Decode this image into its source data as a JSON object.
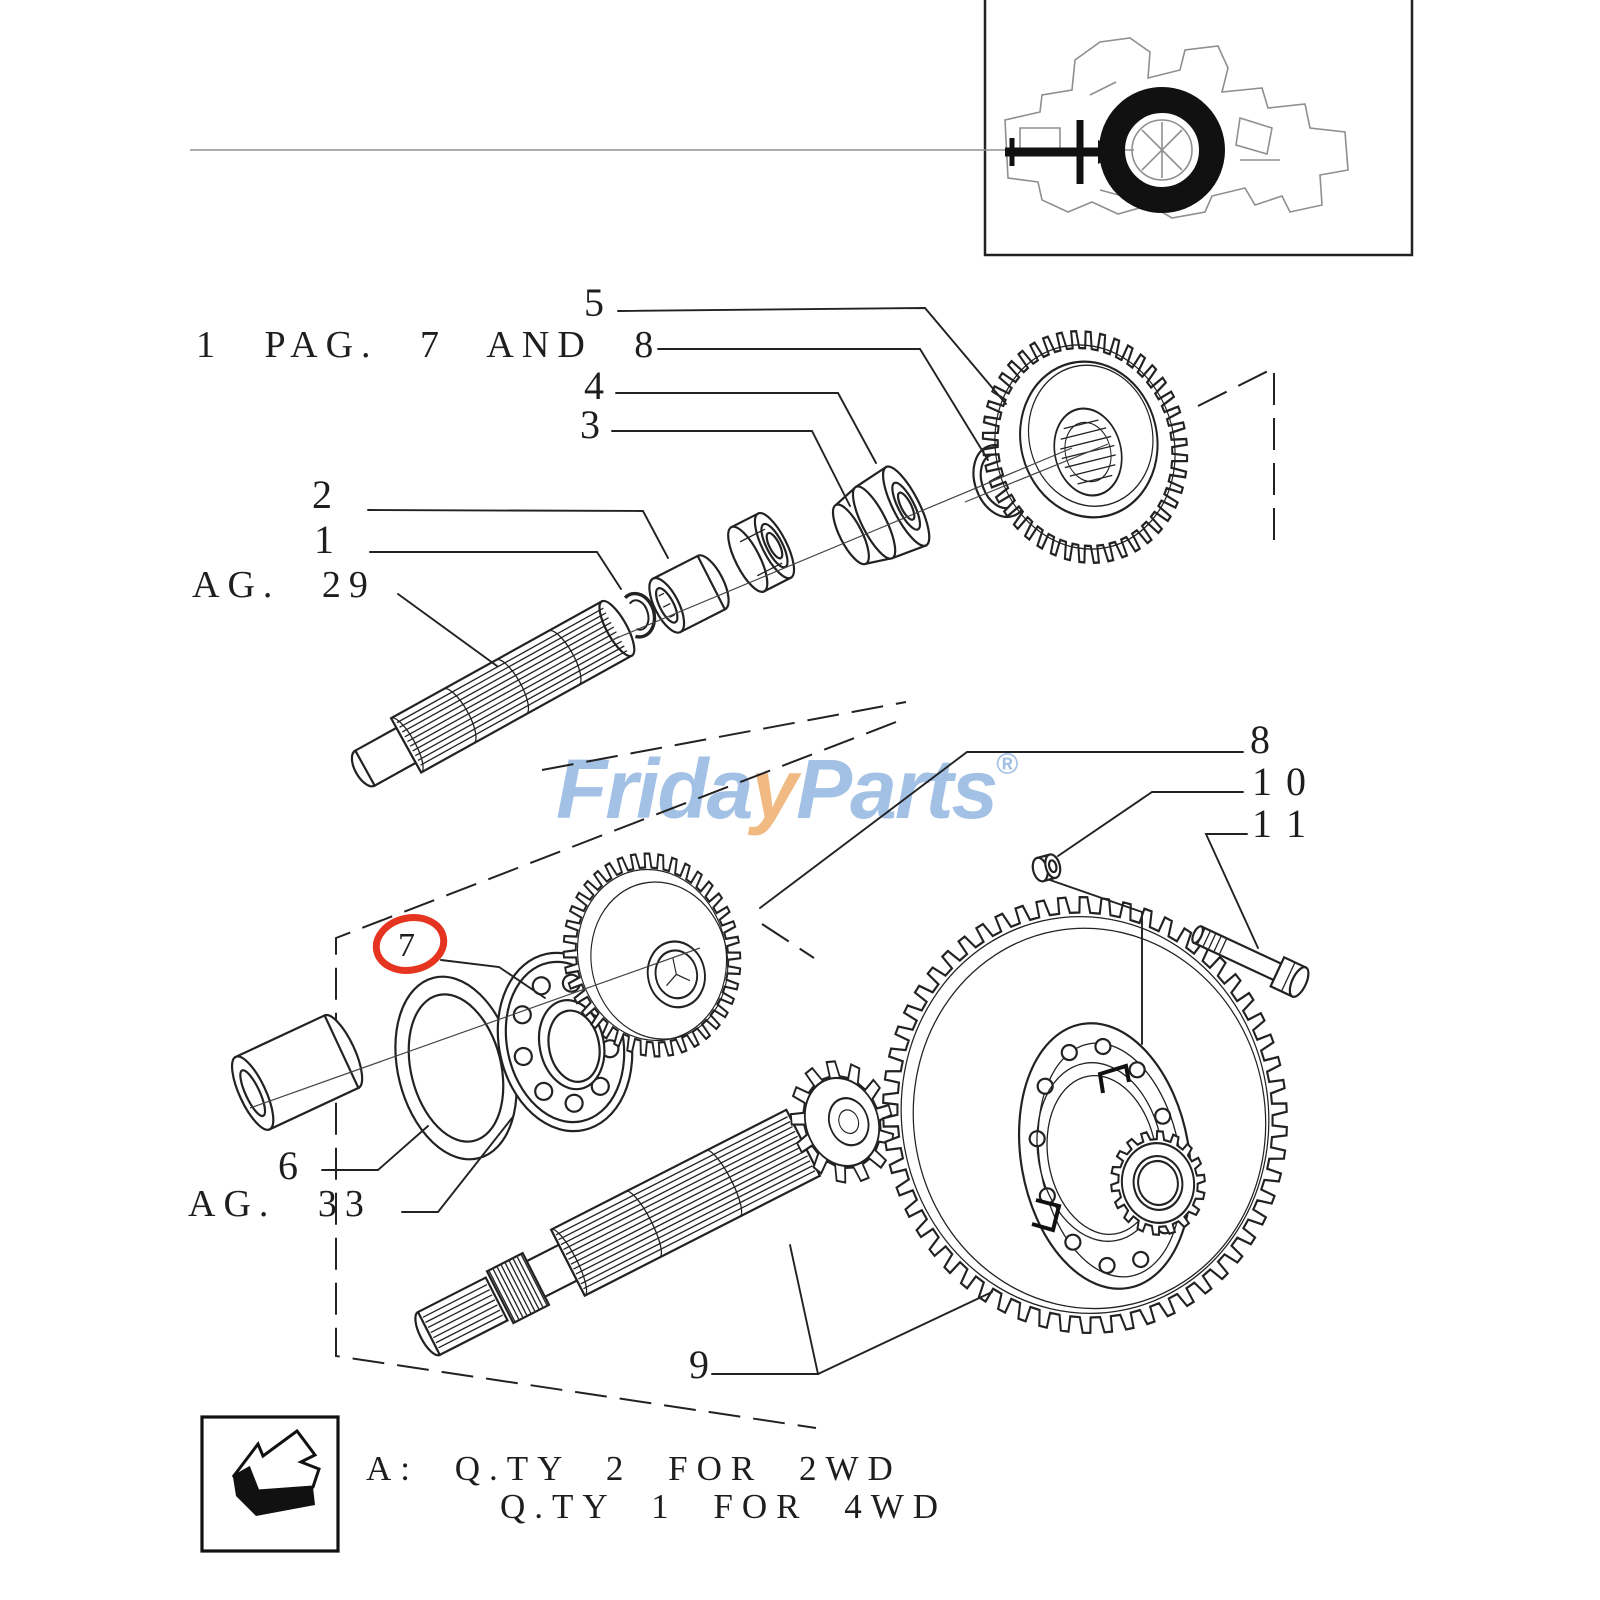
{
  "colors": {
    "ink": "#222222",
    "highlight_red": "#e5341f",
    "logo_blue": "#a3c1e5",
    "logo_orange": "#f0ba82",
    "sketch_gray": "#8f8f8f"
  },
  "watermark": {
    "prefix": "Frida",
    "accent": "y",
    "suffix": "Parts",
    "registered": "®"
  },
  "callouts": {
    "ref_note": "1 PAG. 7 AND 8",
    "n5": "5",
    "n4": "4",
    "n3": "3",
    "n2": "2",
    "n1": "1",
    "ag29": "AG. 29",
    "n8": "8",
    "n10": "1 0",
    "n11": "1 1",
    "n6": "6",
    "ag33": "AG. 33",
    "n9": "9",
    "n7": "7"
  },
  "legend": {
    "line1": "A: Q.TY 2 FOR 2WD",
    "line2": "Q.TY 1 FOR 4WD"
  }
}
